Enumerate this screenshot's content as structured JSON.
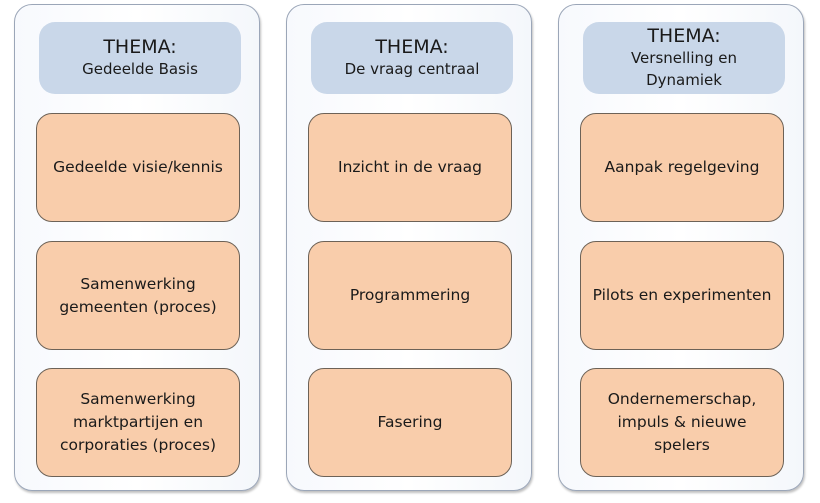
{
  "columns": [
    {
      "theme_label": "THEMA:",
      "theme_title": "Gedeelde Basis",
      "items": [
        "Gedeelde visie/kennis",
        "Samenwerking\ngemeenten (proces)",
        "Samenwerking\nmarktpartijen en\ncorporaties (proces)"
      ]
    },
    {
      "theme_label": "THEMA:",
      "theme_title": "De vraag centraal",
      "items": [
        "Inzicht in de vraag",
        "Programmering",
        "Fasering"
      ]
    },
    {
      "theme_label": "THEMA:",
      "theme_title": "Versnelling en\nDynamiek",
      "items": [
        "Aanpak regelgeving",
        "Pilots en experimenten",
        "Ondernemerschap,\nimpuls & nieuwe spelers"
      ]
    }
  ],
  "colors": {
    "header_fill": "#c9d7e9",
    "item_fill": "#f9cdab",
    "item_border": "#6d6257",
    "column_border": "#9ba6b8"
  }
}
